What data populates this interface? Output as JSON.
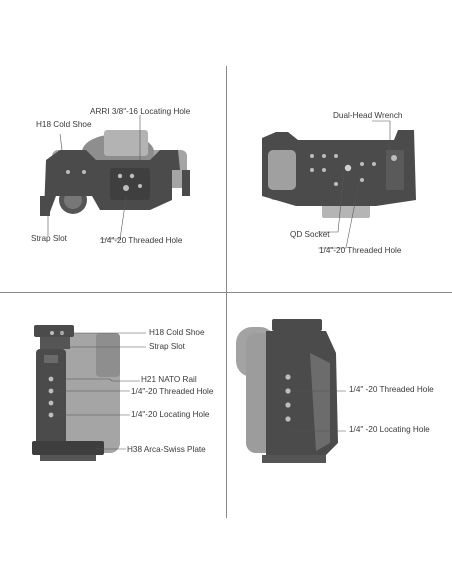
{
  "labels": {
    "p1": {
      "arri": "ARRI 3/8\"-16 Locating Hole",
      "cold_shoe": "H18 Cold Shoe",
      "strap_slot": "Strap Slot",
      "threaded": "1/4\"-20 Threaded Hole"
    },
    "p2": {
      "wrench": "Dual-Head Wrench",
      "qd": "QD Socket",
      "threaded": "1/4\"-20 Threaded Hole"
    },
    "p3": {
      "cold_shoe": "H18 Cold Shoe",
      "strap_slot": "Strap Slot",
      "nato": "H21 NATO Rail",
      "threaded": "1/4\"-20 Threaded Hole",
      "locating": "1/4\"-20 Locating Hole",
      "arca": "H38 Arca-Swiss Plate"
    },
    "p4": {
      "threaded": "1/4\"  -20 Threaded Hole",
      "locating": "1/4\"  -20 Locating Hole"
    }
  },
  "colors": {
    "cage": "#4b4b4b",
    "camera": "#9c9c9c",
    "divider": "#8a8a8a"
  }
}
